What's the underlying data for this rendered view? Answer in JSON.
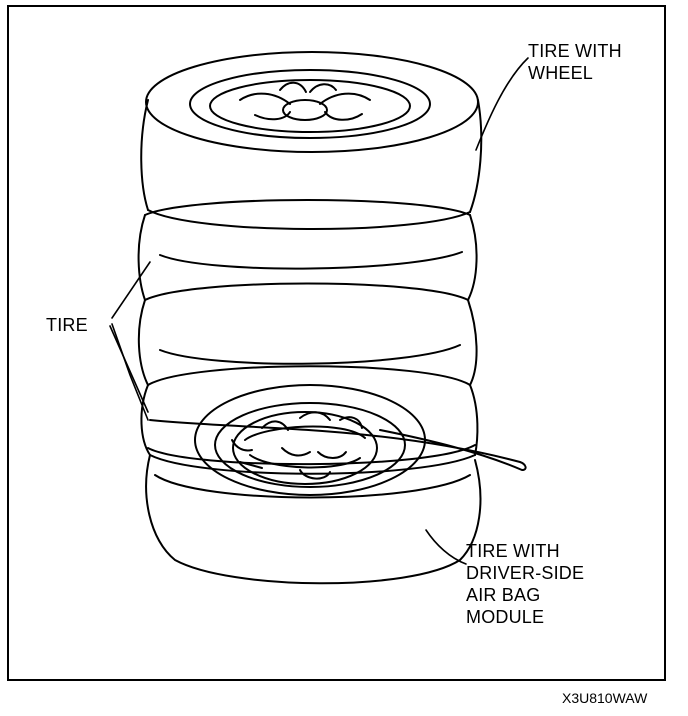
{
  "labels": {
    "tire_with_wheel": [
      "TIRE WITH",
      "WHEEL"
    ],
    "tire": "TIRE",
    "tire_with_module": [
      "TIRE WITH",
      "DRIVER-SIDE",
      "AIR BAG",
      "MODULE"
    ]
  },
  "figure_code": "X3U810WAW",
  "colors": {
    "line": "#000000",
    "background": "#ffffff"
  }
}
